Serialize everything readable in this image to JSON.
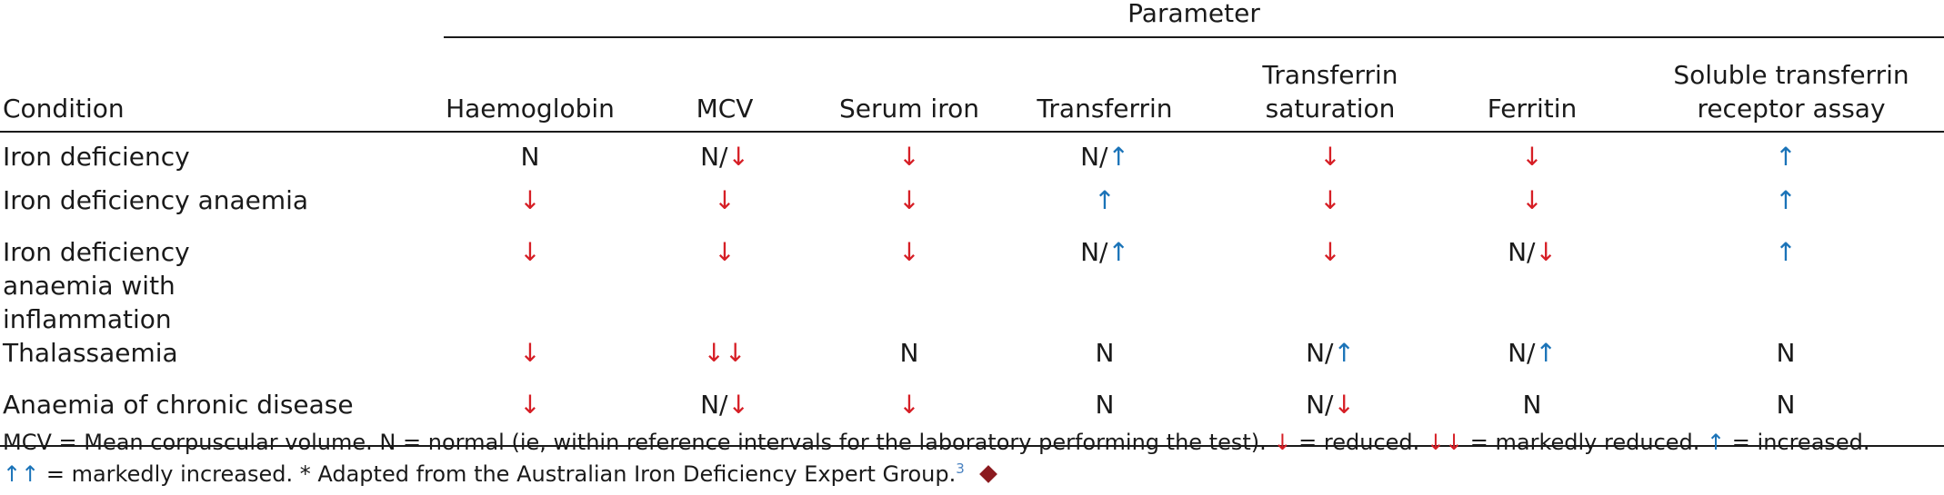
{
  "header": {
    "parameter": "Parameter",
    "condition": "Condition",
    "columns": [
      "Haemoglobin",
      "MCV",
      "Serum iron",
      "Transferrin",
      "Transferrin saturation",
      "Ferritin",
      "Soluble transferrin receptor assay"
    ]
  },
  "rows": [
    {
      "condition": "Iron deficiency",
      "cells": [
        {
          "text": "N"
        },
        {
          "text": "N/",
          "arrow": "↓",
          "color": "#d61f26"
        },
        {
          "arrow": "↓",
          "color": "#d61f26"
        },
        {
          "text": "N/",
          "arrow": "↑",
          "color": "#1a73b8"
        },
        {
          "arrow": "↓",
          "color": "#d61f26"
        },
        {
          "arrow": "↓",
          "color": "#d61f26"
        },
        {
          "arrow": "↑",
          "color": "#1a73b8"
        }
      ]
    },
    {
      "condition": "Iron deficiency anaemia",
      "cells": [
        {
          "arrow": "↓",
          "color": "#d61f26"
        },
        {
          "arrow": "↓",
          "color": "#d61f26"
        },
        {
          "arrow": "↓",
          "color": "#d61f26"
        },
        {
          "arrow": "↑",
          "color": "#1a73b8"
        },
        {
          "arrow": "↓",
          "color": "#d61f26"
        },
        {
          "arrow": "↓",
          "color": "#d61f26"
        },
        {
          "arrow": "↑",
          "color": "#1a73b8"
        }
      ]
    },
    {
      "condition": "Iron deficiency anaemia with inflammation",
      "cells": [
        {
          "arrow": "↓",
          "color": "#d61f26"
        },
        {
          "arrow": "↓",
          "color": "#d61f26"
        },
        {
          "arrow": "↓",
          "color": "#d61f26"
        },
        {
          "text": "N/",
          "arrow": "↑",
          "color": "#1a73b8"
        },
        {
          "arrow": "↓",
          "color": "#d61f26"
        },
        {
          "text": "N/",
          "arrow": "↓",
          "color": "#d61f26"
        },
        {
          "arrow": "↑",
          "color": "#1a73b8"
        }
      ]
    },
    {
      "condition": "Thalassaemia",
      "cells": [
        {
          "arrow": "↓",
          "color": "#d61f26"
        },
        {
          "arrow": "↓↓",
          "color": "#d61f26"
        },
        {
          "text": "N"
        },
        {
          "text": "N"
        },
        {
          "text": "N/",
          "arrow": "↑",
          "color": "#1a73b8"
        },
        {
          "text": "N/",
          "arrow": "↑",
          "color": "#1a73b8"
        },
        {
          "text": "N"
        }
      ]
    },
    {
      "condition": "Anaemia of chronic disease",
      "cells": [
        {
          "arrow": "↓",
          "color": "#d61f26"
        },
        {
          "text": "N/",
          "arrow": "↓",
          "color": "#d61f26"
        },
        {
          "arrow": "↓",
          "color": "#d61f26"
        },
        {
          "text": "N"
        },
        {
          "text": "N/",
          "arrow": "↓",
          "color": "#d61f26"
        },
        {
          "text": "N"
        },
        {
          "text": "N"
        }
      ]
    }
  ],
  "footnote": {
    "mcv_def": "MCV = Mean corpuscular volume. N = normal (ie, within reference intervals for the laboratory performing the test).",
    "reduced_arrow": "↓",
    "reduced": "= reduced.",
    "markedly_reduced_arrow": "↓↓",
    "markedly_reduced": "= markedly reduced.",
    "increased_arrow": "↑",
    "increased": "= increased.",
    "markedly_increased_arrow": "↑↑",
    "markedly_increased": "= markedly increased. * Adapted from the Australian Iron Deficiency Expert Group.",
    "reference": "3",
    "red": "#d61f26",
    "blue": "#1a73b8"
  }
}
